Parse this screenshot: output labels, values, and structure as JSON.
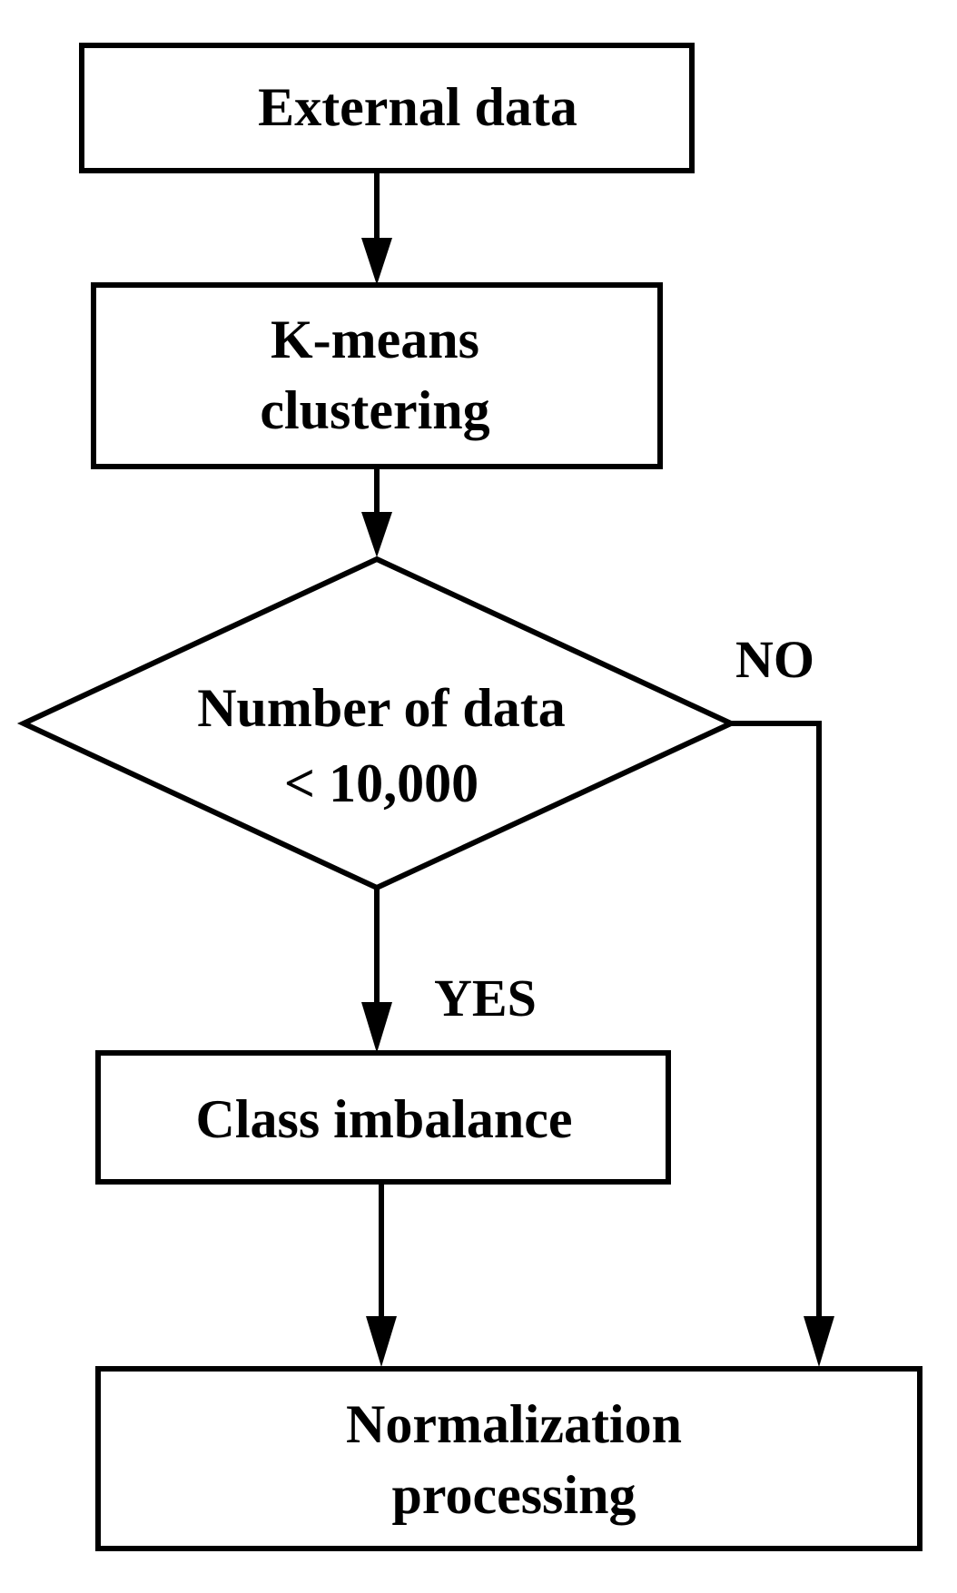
{
  "nodes": {
    "external_data": {
      "line1": "External data"
    },
    "kmeans": {
      "line1": "K-means",
      "line2": "clustering"
    },
    "decision": {
      "line1": "Number of data",
      "line2": "< 10,000"
    },
    "class_imbalance": {
      "line1": "Class imbalance"
    },
    "normalization": {
      "line1": "Normalization",
      "line2": "processing"
    }
  },
  "edges": {
    "yes_label": "YES",
    "no_label": "NO"
  },
  "colors": {
    "stroke": "#000000",
    "background": "#ffffff"
  }
}
